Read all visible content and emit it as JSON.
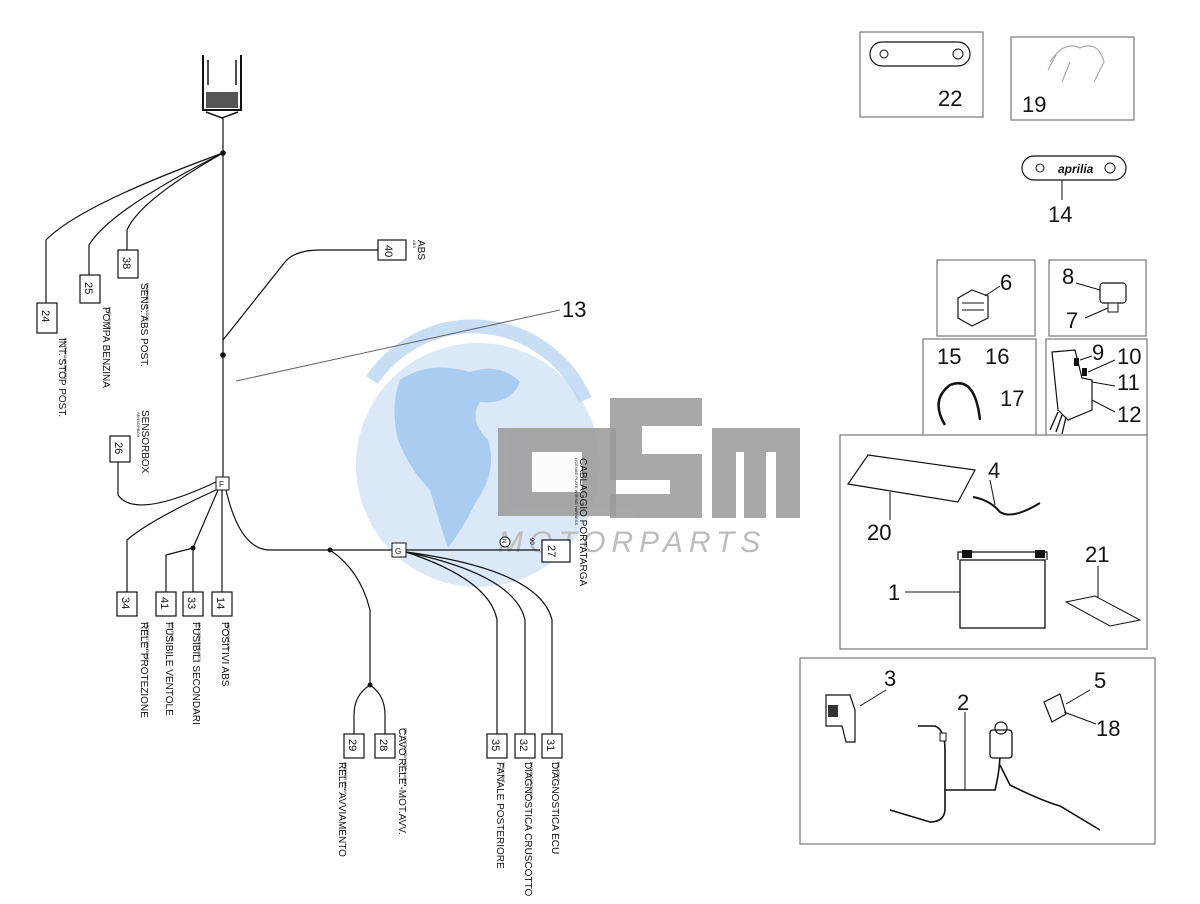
{
  "watermark": {
    "brand": "OSM",
    "tagline": "MOTORPARTS"
  },
  "harness": {
    "main_callout": "13",
    "connectors": [
      {
        "id": "24",
        "label": "INT. STOP POST.",
        "sub": "REAR BRAKE SWITCH"
      },
      {
        "id": "25",
        "label": "POMPA BENZINA",
        "sub": "FUEL PUMP"
      },
      {
        "id": "38",
        "label": "SENS. ABS POST.",
        "sub": "REAR ABS SENSOR"
      },
      {
        "id": "40",
        "label": "ABS",
        "sub": "ABS"
      },
      {
        "id": "26",
        "label": "SENSORBOX",
        "sub": "SENSORBOX"
      },
      {
        "id": "34",
        "label": "RELE' PROTEZIONE",
        "sub": "PROTECTION RELAY"
      },
      {
        "id": "41",
        "label": "FUSIBILE VENTOLE",
        "sub": "FAN FUSE"
      },
      {
        "id": "33",
        "label": "FUSIBILI SECONDARI",
        "sub": "SECONDARY FUSES"
      },
      {
        "id": "14",
        "label": "POSITIVI ABS",
        "sub": "ABS POSITIVE"
      },
      {
        "id": "29",
        "label": "RELE' AVVIAMENTO",
        "sub": "STARTER RELAY"
      },
      {
        "id": "28",
        "label": "CAVO RELE'-MOT.AVV.",
        "sub": "RELAY-STARTER MOT. CABLE"
      },
      {
        "id": "35",
        "label": "FANALE POSTERIORE",
        "sub": "TAIL LIGHT"
      },
      {
        "id": "32",
        "label": "DIAGNOSTICA CRUSCOTTO",
        "sub": "DASHBOARD DIAG."
      },
      {
        "id": "31",
        "label": "DIAGNOSTICA ECU",
        "sub": "ECU DIAG."
      },
      {
        "id": "27",
        "label": "CABLAGGIO PORTATARGA",
        "sub": "LICENSE PLATE WIRING HARNESS"
      },
      {
        "id": "N",
        "label": "",
        "sub": ""
      }
    ],
    "junction_f": "F",
    "junction_g": "G",
    "small_90": "90"
  },
  "parts": {
    "p22": "22",
    "p19": "19",
    "p14": "14",
    "aprilia": "aprilia",
    "p6": "6",
    "p8": "8",
    "p7": "7",
    "p15": "15",
    "p16": "16",
    "p17": "17",
    "p9": "9",
    "p10": "10",
    "p11": "11",
    "p12": "12",
    "p4": "4",
    "p20": "20",
    "p21": "21",
    "p1": "1",
    "p3": "3",
    "p2": "2",
    "p5": "5",
    "p18": "18"
  }
}
